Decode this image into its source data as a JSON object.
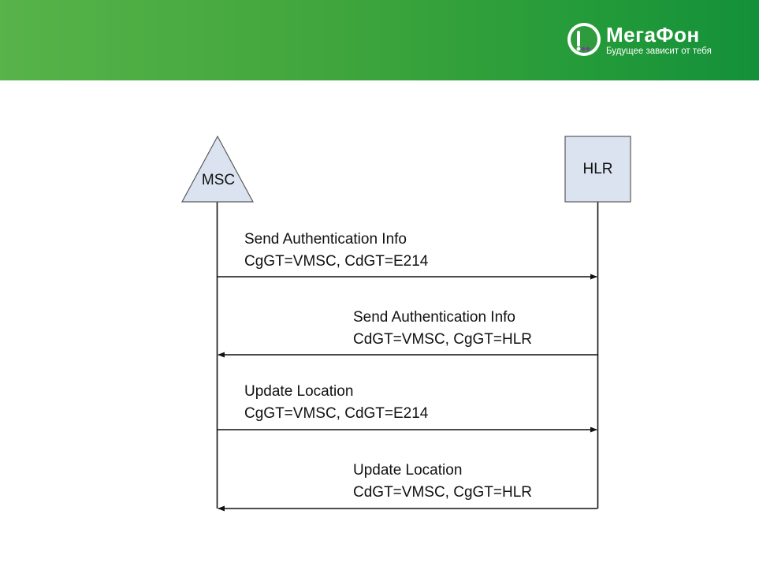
{
  "header": {
    "brand_color": "#3fa53c",
    "logo": {
      "wordmark": "МегаФон",
      "slogan": "Будущее зависит от тебя",
      "mark_colors": [
        "#ffffff",
        "#7a3c9a"
      ]
    }
  },
  "diagram": {
    "nodes": [
      {
        "id": "msc",
        "label": "MSC",
        "shape": "triangle",
        "fill": "#dbe3f0"
      },
      {
        "id": "hlr",
        "label": "HLR",
        "shape": "rectangle",
        "fill": "#dbe3f0"
      }
    ],
    "messages": [
      {
        "from": "MSC",
        "to": "HLR",
        "line1": "Send Authentication Info",
        "line2": "CgGT=VMSC, CdGT=E214"
      },
      {
        "from": "HLR",
        "to": "MSC",
        "line1": "Send Authentication Info",
        "line2": "CdGT=VMSC, CgGT=HLR"
      },
      {
        "from": "MSC",
        "to": "HLR",
        "line1": "Update Location",
        "line2": "CgGT=VMSC, CdGT=E214"
      },
      {
        "from": "HLR",
        "to": "MSC",
        "line1": "Update Location",
        "line2": "CdGT=VMSC, CgGT=HLR"
      }
    ]
  }
}
